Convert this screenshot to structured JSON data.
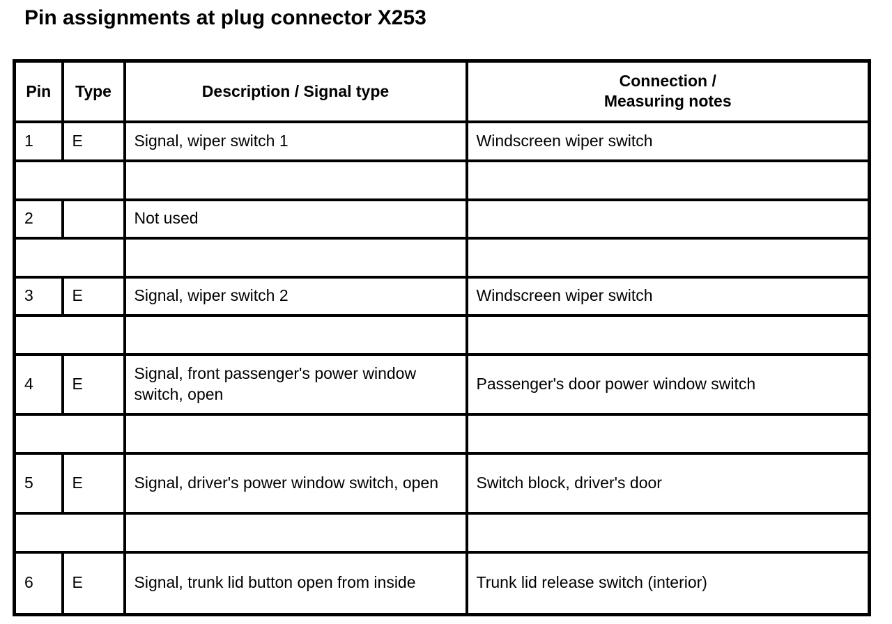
{
  "title": "Pin assignments at plug connector X253",
  "colors": {
    "background": "#ffffff",
    "text": "#000000",
    "border": "#000000"
  },
  "table": {
    "headers": {
      "pin": "Pin",
      "type": "Type",
      "description": "Description / Signal type",
      "connection_line1": "Connection /",
      "connection_line2": "Measuring notes"
    },
    "rows": [
      {
        "pin": "1",
        "type": "E",
        "description": "Signal, wiper switch 1",
        "connection": "Windscreen wiper switch"
      },
      {
        "pin": "2",
        "type": "",
        "description": "Not used",
        "connection": ""
      },
      {
        "pin": "3",
        "type": "E",
        "description": "Signal, wiper switch 2",
        "connection": "Windscreen wiper switch"
      },
      {
        "pin": "4",
        "type": "E",
        "description": "Signal, front passenger's power window switch, open",
        "connection": "Passenger's door power window switch"
      },
      {
        "pin": "5",
        "type": "E",
        "description": "Signal, driver's power window switch, open",
        "connection": "Switch block, driver's door"
      },
      {
        "pin": "6",
        "type": "E",
        "description": "Signal, trunk lid button open from inside",
        "connection": "Trunk lid release switch (interior)"
      }
    ]
  }
}
